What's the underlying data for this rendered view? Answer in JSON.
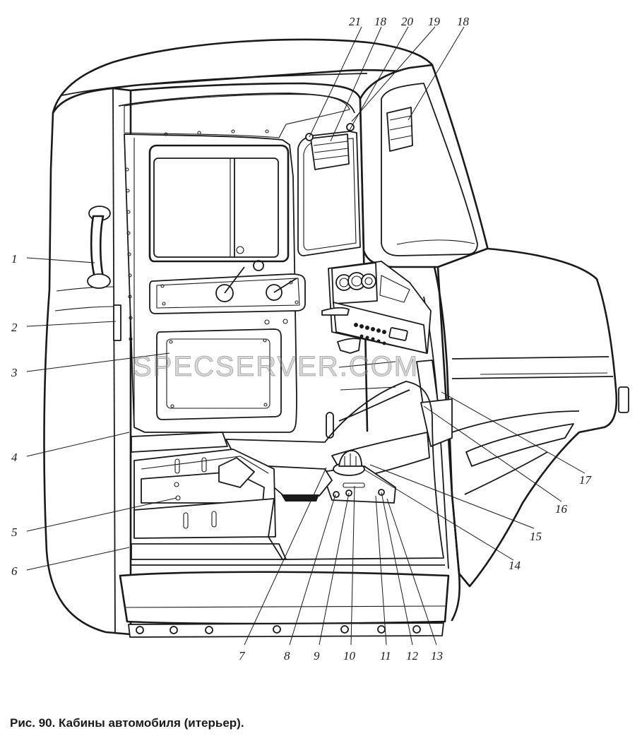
{
  "caption": "Рис. 90. Кабины автомобиля (итерьер).",
  "watermark": "SPECSERVER.COM",
  "callouts": [
    "1",
    "2",
    "3",
    "4",
    "5",
    "6",
    "7",
    "8",
    "9",
    "10",
    "11",
    "12",
    "13",
    "14",
    "15",
    "16",
    "17",
    "18",
    "18",
    "19",
    "20",
    "21"
  ]
}
